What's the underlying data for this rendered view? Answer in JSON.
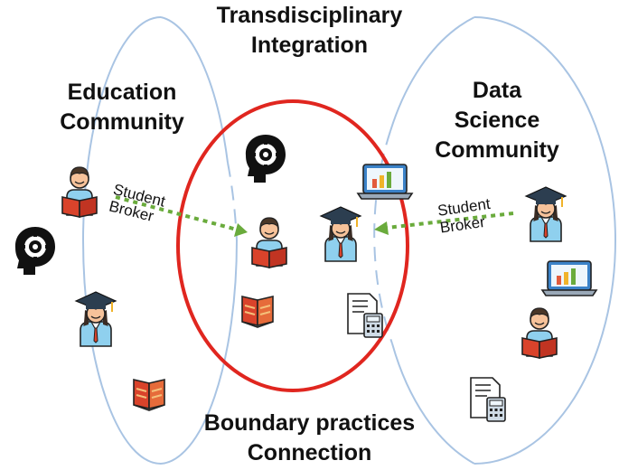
{
  "titles": {
    "top_line1": "Transdisciplinary",
    "top_line2": "Integration",
    "bottom_line1": "Boundary practices",
    "bottom_line2": "Connection"
  },
  "communities": {
    "education": {
      "line1": "Education",
      "line2": "Community"
    },
    "data_science": {
      "line1": "Data",
      "line2": "Science",
      "line3": "Community"
    }
  },
  "brokers": {
    "left": {
      "line1": "Student",
      "line2": "Broker"
    },
    "right": {
      "line1": "Student",
      "line2": "Broker"
    }
  },
  "colors": {
    "community_outline": "#a9c4e3",
    "boundary_circle": "#e0261f",
    "arrow": "#6aab3c",
    "book": "#d9432b",
    "skin": "#f6c29a",
    "shirt": "#8fd0ee",
    "laptop_screen": "#3b82c8"
  },
  "icons": {
    "education": [
      "student-reading-icon",
      "brain-gear-icon",
      "graduate-icon",
      "book-icon"
    ],
    "center": [
      "brain-gear-icon",
      "student-reading-icon",
      "graduate-icon",
      "book-icon",
      "laptop-chart-icon",
      "calculator-document-icon"
    ],
    "data_science": [
      "graduate-icon",
      "laptop-chart-icon",
      "student-reading-icon",
      "calculator-document-icon"
    ]
  }
}
